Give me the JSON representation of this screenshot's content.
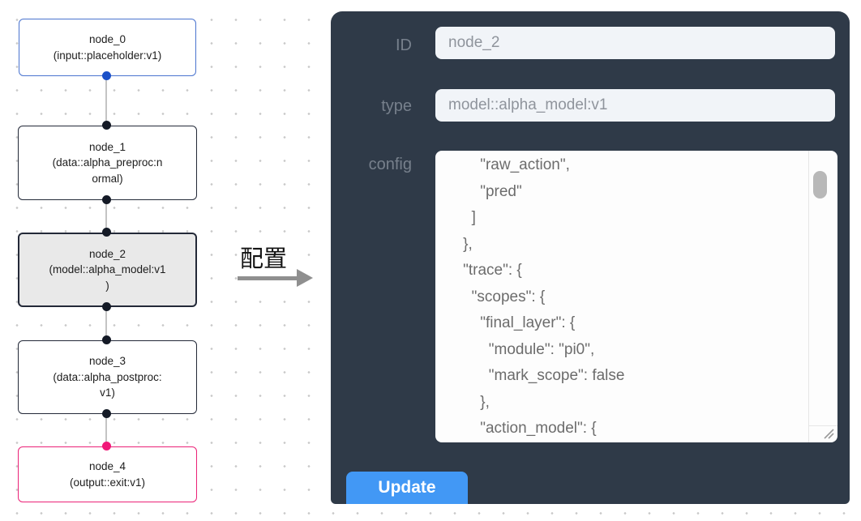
{
  "flow": {
    "relation_label": "配置",
    "nodes": [
      {
        "title": "node_0",
        "subtitle": "(input::placeholder:v1)"
      },
      {
        "title": "node_1",
        "subtitle": "(data::alpha_preproc:n\normal)"
      },
      {
        "title": "node_2",
        "subtitle": "(model::alpha_model:v1\n)"
      },
      {
        "title": "node_3",
        "subtitle": "(data::alpha_postproc:\nv1)"
      },
      {
        "title": "node_4",
        "subtitle": "(output::exit:v1)"
      }
    ]
  },
  "panel": {
    "fields": [
      {
        "label": "ID",
        "value": "node_2"
      },
      {
        "label": "type",
        "value": "model::alpha_model:v1"
      },
      {
        "label": "config",
        "value": "        \"raw_action\",\n        \"pred\"\n      ]\n    },\n    \"trace\": {\n      \"scopes\": {\n        \"final_layer\": {\n          \"module\": \"pi0\",\n          \"mark_scope\": false\n        },\n        \"action_model\": {"
      }
    ],
    "update_label": "Update"
  },
  "colors": {
    "panel_bg": "#2f3a48",
    "button_blue": "#4298f5",
    "node_selected_bg": "#e9e9e9",
    "node_input_border": "#4a74cf",
    "node_output_border": "#eb2277",
    "port_blue": "#1b50c8",
    "port_pink": "#f01878",
    "port_dark": "#141a26",
    "edge_gray": "#c4c4c4"
  }
}
